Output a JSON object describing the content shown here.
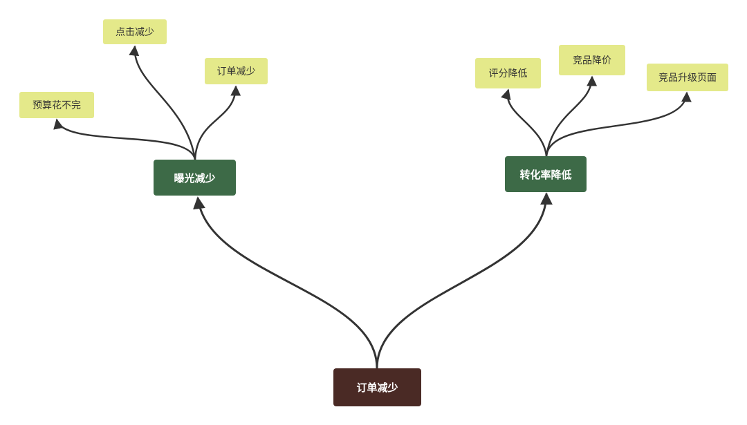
{
  "diagram": {
    "root": {
      "label": "订单减少",
      "color": "#4a2a25"
    },
    "branches": [
      {
        "label": "曝光减少",
        "color": "#3d6a47",
        "leaves": [
          "点击减少",
          "订单减少",
          "预算花不完"
        ]
      },
      {
        "label": "转化率降低",
        "color": "#3d6a47",
        "leaves": [
          "评分降低",
          "竞品降价",
          "竞品升级页面"
        ]
      }
    ],
    "leaf_color": "#e4e98a",
    "edge_color": "#333333"
  }
}
